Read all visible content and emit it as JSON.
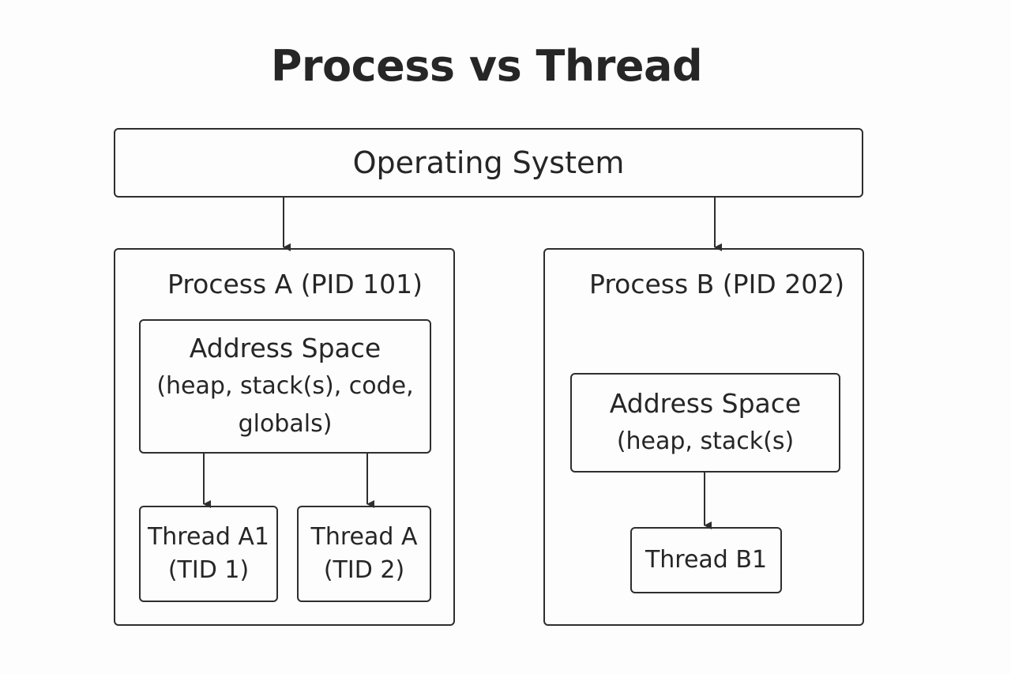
{
  "title": "Process vs Thread",
  "os": {
    "label": "Operating System"
  },
  "process_a": {
    "label": "Process A (PID 101)",
    "address_space": {
      "heading": "Address Space",
      "line1": "(heap, stack(s), code,",
      "line2": "globals)"
    },
    "threads": [
      {
        "name": "Thread A1",
        "tid": "(TID 1)"
      },
      {
        "name": "Thread A",
        "tid": "(TID 2)"
      }
    ]
  },
  "process_b": {
    "label": "Process B (PID 202)",
    "address_space": {
      "heading": "Address Space",
      "line1": "(heap, stack(s)"
    },
    "threads": [
      {
        "name": "Thread B1"
      }
    ]
  },
  "colors": {
    "stroke": "#2e2e2e",
    "text": "#262626",
    "background": "#fdfdfd"
  }
}
